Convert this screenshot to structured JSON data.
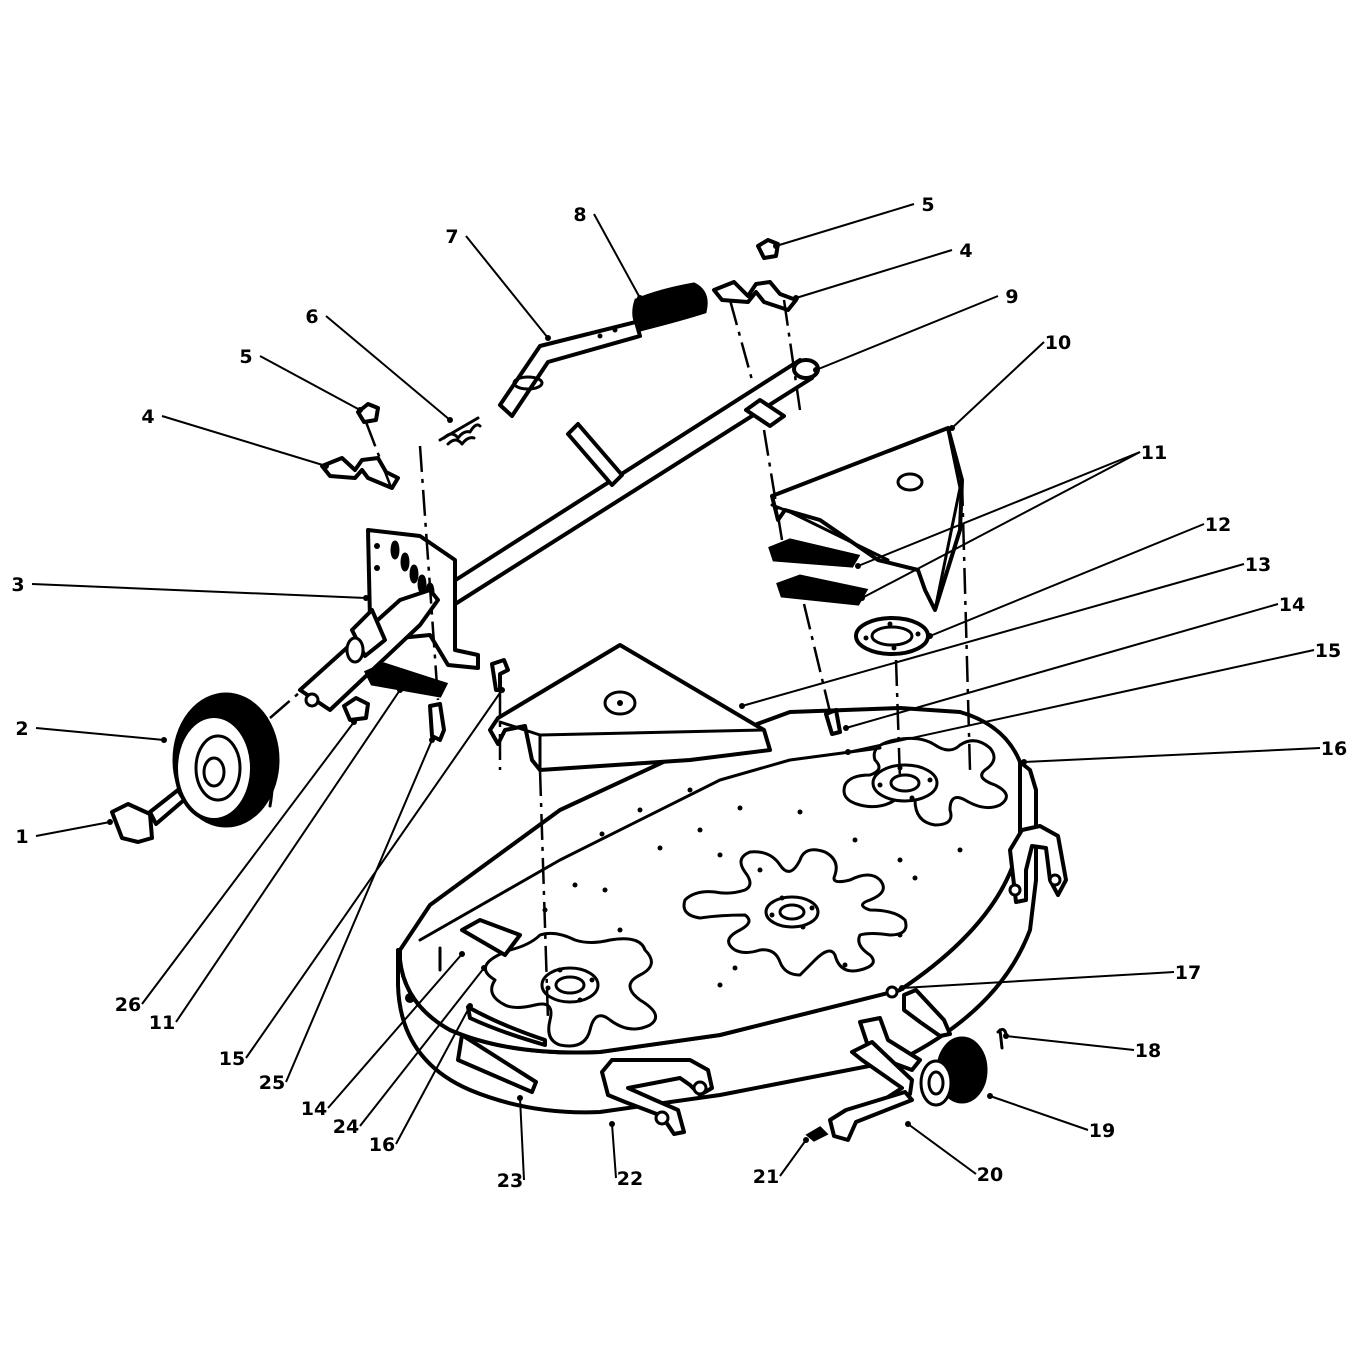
{
  "diagram": {
    "callouts": [
      {
        "label": "1",
        "part": "wheel-bolt"
      },
      {
        "label": "2",
        "part": "gauge-wheel"
      },
      {
        "label": "3",
        "part": "height-adjust-bracket"
      },
      {
        "label": "4",
        "part": "u-clamp"
      },
      {
        "label": "5",
        "part": "nut"
      },
      {
        "label": "6",
        "part": "spring"
      },
      {
        "label": "7",
        "part": "lever"
      },
      {
        "label": "8",
        "part": "hand-grip"
      },
      {
        "label": "9",
        "part": "lift-shaft"
      },
      {
        "label": "10",
        "part": "belt-cover-right"
      },
      {
        "label": "11",
        "part": "rubber-pad"
      },
      {
        "label": "12",
        "part": "spindle-flange"
      },
      {
        "label": "13",
        "part": "belt-cover-left"
      },
      {
        "label": "14",
        "part": "screw"
      },
      {
        "label": "15",
        "part": "bolt"
      },
      {
        "label": "16",
        "part": "mower-deck"
      },
      {
        "label": "17",
        "part": "grease-fitting"
      },
      {
        "label": "18",
        "part": "cotter-pin"
      },
      {
        "label": "19",
        "part": "roller"
      },
      {
        "label": "20",
        "part": "roller-arm"
      },
      {
        "label": "21",
        "part": "small-screw"
      },
      {
        "label": "22",
        "part": "deck-hanger"
      },
      {
        "label": "23",
        "part": "discharge-guard"
      },
      {
        "label": "24",
        "part": "baffle"
      },
      {
        "label": "25",
        "part": "carriage-bolt"
      },
      {
        "label": "26",
        "part": "lock-nut"
      }
    ]
  }
}
